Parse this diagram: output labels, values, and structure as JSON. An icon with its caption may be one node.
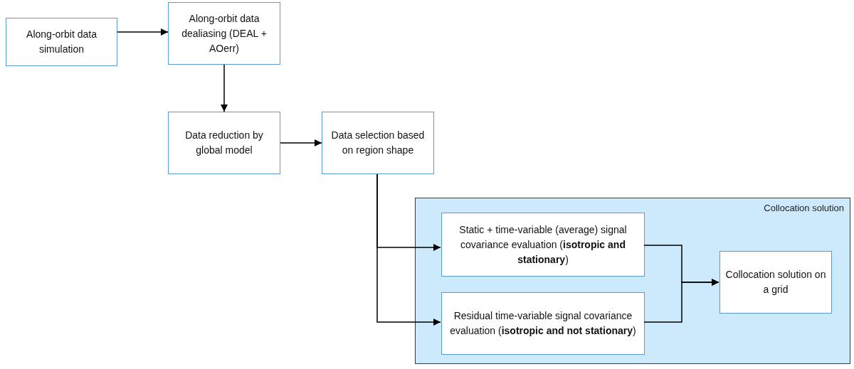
{
  "diagram": {
    "nodes": [
      {
        "text": [
          "Along-orbit data simulation"
        ]
      },
      {
        "text": [
          "Along-orbit data dealiasing (DEAL + AOerr)"
        ]
      },
      {
        "text": [
          "Data reduction by global model"
        ]
      },
      {
        "text": [
          "Data selection based on region shape"
        ]
      },
      {
        "text": [
          "Collocation solution"
        ]
      },
      {
        "text": [
          "Static + time-variable (average) signal covariance evaluation (**isotropic and stationary**)"
        ],
        "in": 4
      },
      {
        "text": [
          "Residual time-variable signal covariance evaluation (**isotropic and not stationary**)"
        ],
        "in": 4
      },
      {
        "text": [
          "Collocation solution on a grid"
        ],
        "in": 4
      }
    ],
    "edges": [
      {
        "from": 0,
        "to": 1,
        "arrow": "to"
      },
      {
        "from": 1,
        "to": 2,
        "arrow": "to"
      },
      {
        "from": 2,
        "to": 3,
        "arrow": "to"
      },
      {
        "from": 3,
        "to": 5,
        "arrow": "to"
      },
      {
        "from": 3,
        "to": 6,
        "arrow": "to"
      },
      {
        "from": 5,
        "to": 7,
        "arrow": "to"
      },
      {
        "from": 6,
        "to": 7,
        "arrow": "to"
      }
    ]
  }
}
